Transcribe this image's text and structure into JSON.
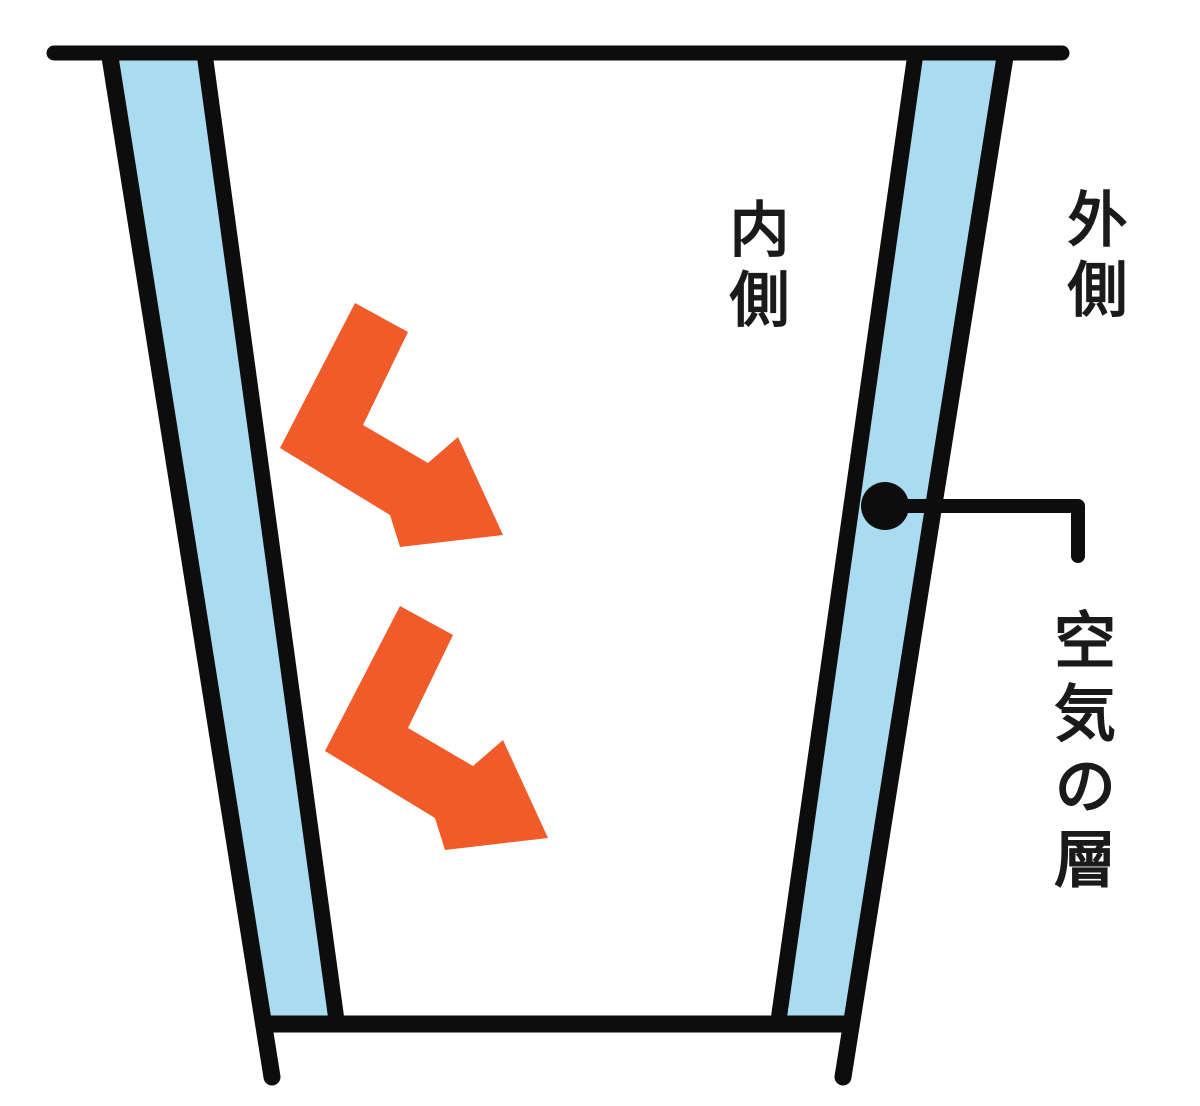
{
  "labels": {
    "inner": "内側",
    "outer": "外側",
    "air_layer": "空気の層"
  },
  "colors": {
    "background": "#ffffff",
    "outline": "#0d0d0d",
    "air_layer_fill": "#a9dcf0",
    "arrow": "#f15a29",
    "text": "#1a1a1a"
  },
  "icons": {
    "heat_arrow": "bent-arrow-down-right",
    "callout_marker": "dot"
  },
  "diagram": {
    "type": "cup cross-section with double wall air gap",
    "walls": [
      "outer-wall-left",
      "inner-wall-left",
      "inner-wall-right",
      "outer-wall-right"
    ],
    "arrow_count": 2
  }
}
